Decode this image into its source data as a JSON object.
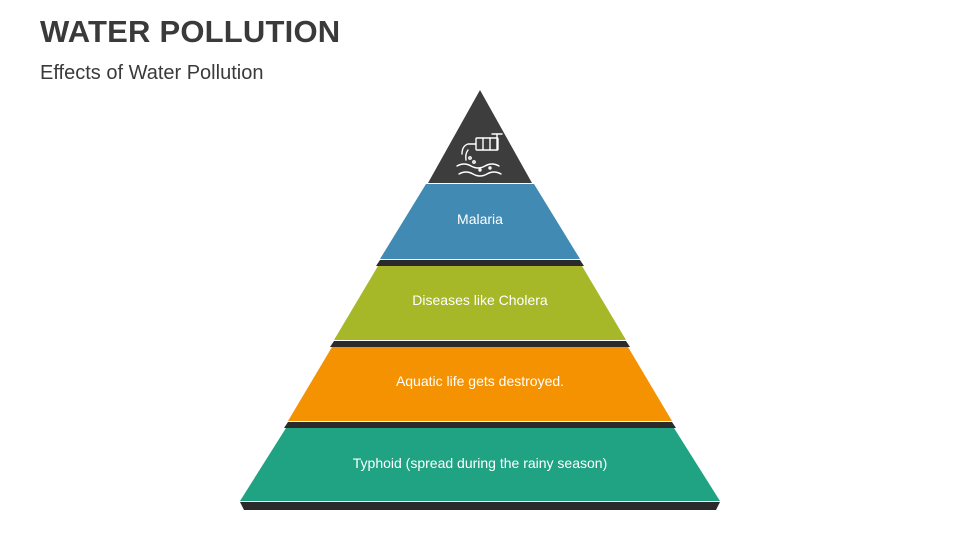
{
  "header": {
    "title": "WATER POLLUTION",
    "subtitle": "Effects of Water Pollution"
  },
  "pyramid": {
    "apex_icon": "water-pollution-icon",
    "tiers": [
      {
        "label": "Malaria",
        "color": "#418ab3"
      },
      {
        "label": "Diseases like Cholera",
        "color": "#a6b727"
      },
      {
        "label": "Aquatic life gets destroyed.",
        "color": "#f59201"
      },
      {
        "label": "Typhoid (spread during the rainy season)",
        "color": "#1fa383"
      }
    ],
    "apex_color": "#3d3d3d",
    "shadow_color": "#2b2b2b"
  }
}
